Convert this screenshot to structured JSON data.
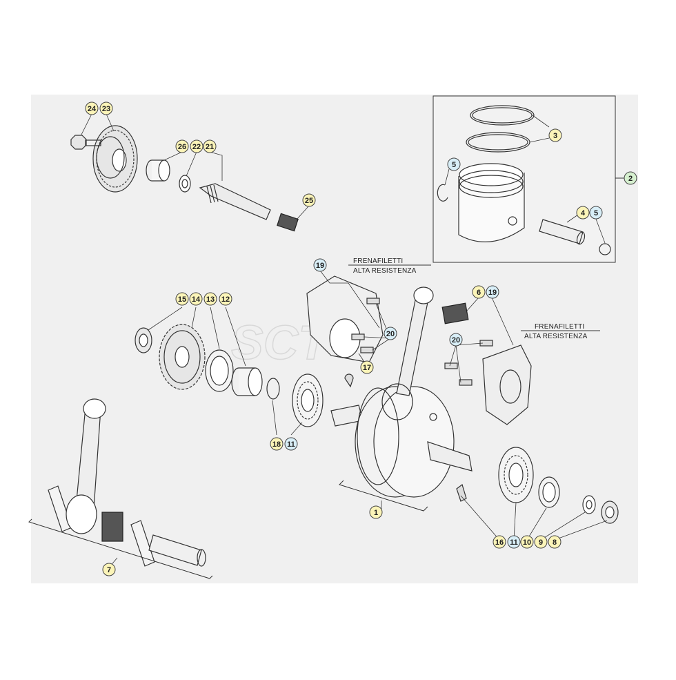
{
  "diagram": {
    "notes": [
      "FRENAFILETTI",
      "ALTA RESISTENZA"
    ],
    "watermark": "SCT",
    "callout_colors": {
      "yellow": "#fbf4b8",
      "blue": "#d8eef7",
      "green": "#d6f0cf",
      "stroke": "#444444"
    },
    "callouts": {
      "c1": "1",
      "c2": "2",
      "c3": "3",
      "c4": "4",
      "c5a": "5",
      "c5b": "5",
      "c6": "6",
      "c7": "7",
      "c8": "8",
      "c9": "9",
      "c10": "10",
      "c11a": "11",
      "c11b": "11",
      "c12": "12",
      "c13": "13",
      "c14": "14",
      "c15": "15",
      "c16": "16",
      "c17": "17",
      "c18": "18",
      "c19a": "19",
      "c19b": "19",
      "c20a": "20",
      "c20b": "20",
      "c21": "21",
      "c22": "22",
      "c23": "23",
      "c24": "24",
      "c25": "25",
      "c26": "26"
    }
  }
}
